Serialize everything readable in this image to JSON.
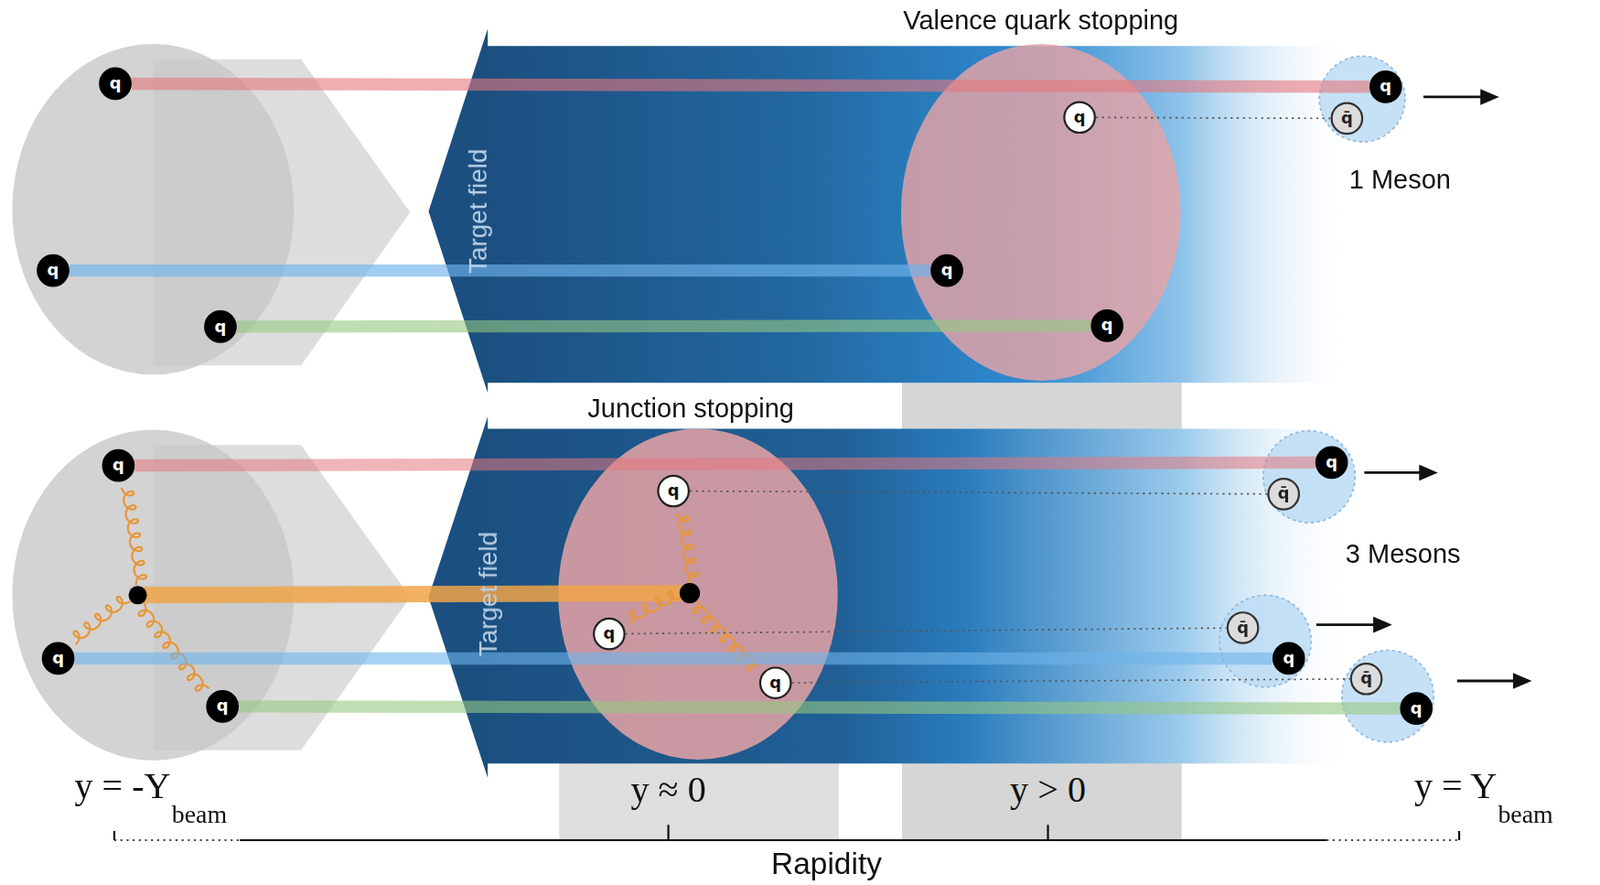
{
  "diagram": {
    "nodes": [
      {
        "text": [
          "q"
        ]
      },
      {
        "text": [
          "q"
        ]
      },
      {
        "text": [
          "q"
        ]
      },
      {
        "text": [
          "q"
        ]
      },
      {
        "text": [
          "q"
        ]
      },
      {
        "text": [
          "q"
        ]
      },
      {
        "text": [
          "q"
        ]
      },
      {
        "text": [
          "q̄"
        ]
      },
      {
        "text": [
          "q"
        ]
      },
      {
        "text": [
          "q"
        ]
      },
      {
        "text": [
          "q"
        ]
      },
      {
        "text": [
          "q"
        ]
      },
      {
        "text": [
          "q"
        ]
      },
      {
        "text": [
          "q"
        ]
      },
      {
        "text": [
          "q"
        ]
      },
      {
        "text": [
          "q̄"
        ]
      },
      {
        "text": [
          "q̄"
        ]
      },
      {
        "text": [
          "q"
        ]
      },
      {
        "text": [
          "q̄"
        ]
      },
      {
        "text": [
          "q"
        ]
      }
    ],
    "edges": [
      {
        "from": 0,
        "to": 6,
        "arrow": "none"
      },
      {
        "from": 1,
        "to": 4,
        "arrow": "none"
      },
      {
        "from": 2,
        "to": 5,
        "arrow": "none"
      },
      {
        "from": 3,
        "to": 7,
        "arrow": "none"
      },
      {
        "from": 8,
        "to": 14,
        "arrow": "none"
      },
      {
        "from": 9,
        "to": 17,
        "arrow": "none"
      },
      {
        "from": 10,
        "to": 19,
        "arrow": "none"
      },
      {
        "from": 11,
        "to": 15,
        "arrow": "none"
      },
      {
        "from": 12,
        "to": 16,
        "arrow": "none"
      },
      {
        "from": 13,
        "to": 18,
        "arrow": "none"
      }
    ],
    "labels": [
      "Valence quark stopping",
      "Target field",
      "1 Meson",
      "Junction stopping",
      "Target field",
      "3 Mesons",
      "y = -Y",
      "beam",
      "y ≈ 0",
      "y > 0",
      "y = Y",
      "beam",
      "Rapidity"
    ]
  }
}
